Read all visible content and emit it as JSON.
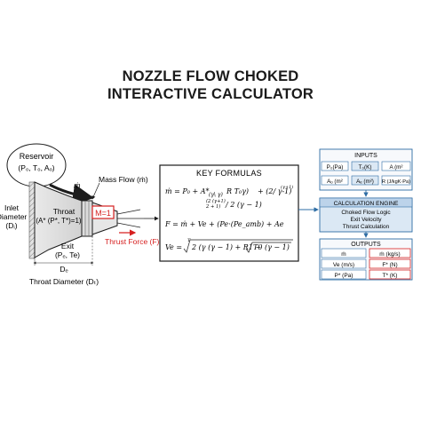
{
  "title": {
    "line1": "NOZZLE FLOW CHOKED",
    "line2": "INTERACTIVE CALCULATOR"
  },
  "nozzle": {
    "reservoir_label": "Reservoir",
    "reservoir_params": "(P₀, T₀, Aₒ)",
    "mass_flow_symbol": "ṁ",
    "mass_flow_label": "Mass Flow (ṁ)",
    "inlet_lines": [
      "Inlet",
      "Diameter",
      "(Dᵢ)"
    ],
    "throat_label": "Throat",
    "throat_params": "(A* (P*, T*)=1)",
    "mach_label": "M=1",
    "exit_label": "Exit",
    "exit_params": "(Pₑ, Te)",
    "de_label": "Dₑ",
    "thrust_label": "Thrust Force (F)",
    "throat_diameter_label": "Throat Diameter (Dₜ)"
  },
  "formulas": {
    "heading": "KEY FORMULAS",
    "f1_main": "ṁ = P₀ + A* ",
    "f1_frac_num": "(γ\\ γ)",
    "f1_frac_den": "R T₀γ)",
    "f1_tail": "+ (2/ γ-1)",
    "f1_exp_small": "(γ+1)",
    "f1_sub_a": "(2 (γ+1)",
    "f1_sub_b": "2 + 1)",
    "f1_sub_c": "/ 2 (γ − 1)",
    "f2": "F = ṁ + Ve + (Pe·(Pe_amb) + Ae",
    "f3_lhs": "Ve = ",
    "f3_body": "2 (γ (γ − 1) + R1 − ",
    "f3_root": "T0 (γ − 1)",
    "f3_exp": "T"
  },
  "flow": {
    "inputs_title": "INPUTS",
    "inputs_row1": [
      "P₀(Pa)",
      "T₀(K)",
      "A (m²"
    ],
    "inputs_row2": [
      "Aₒ (m²",
      "Aₑ (m²)",
      "R (J/kgK·Pa)"
    ],
    "engine_title": "CALCULATION ENGINE",
    "engine_lines": [
      "Choked Flow Logic",
      "Exit Velocity",
      "Thrust Calculation"
    ],
    "outputs_title": "OUTPUTS",
    "outputs_left": [
      "ṁ",
      "Ve (m/s)",
      "P* (Pa)"
    ],
    "outputs_right": [
      "ṁ (kg/s)",
      "F* (N)",
      "T* (K)"
    ]
  },
  "colors": {
    "accent_blue": "#2e6da4",
    "light_blue": "#dbe8f4",
    "header_blue": "#bcd3ea",
    "red": "#d62020",
    "dark": "#1c1c1c"
  }
}
